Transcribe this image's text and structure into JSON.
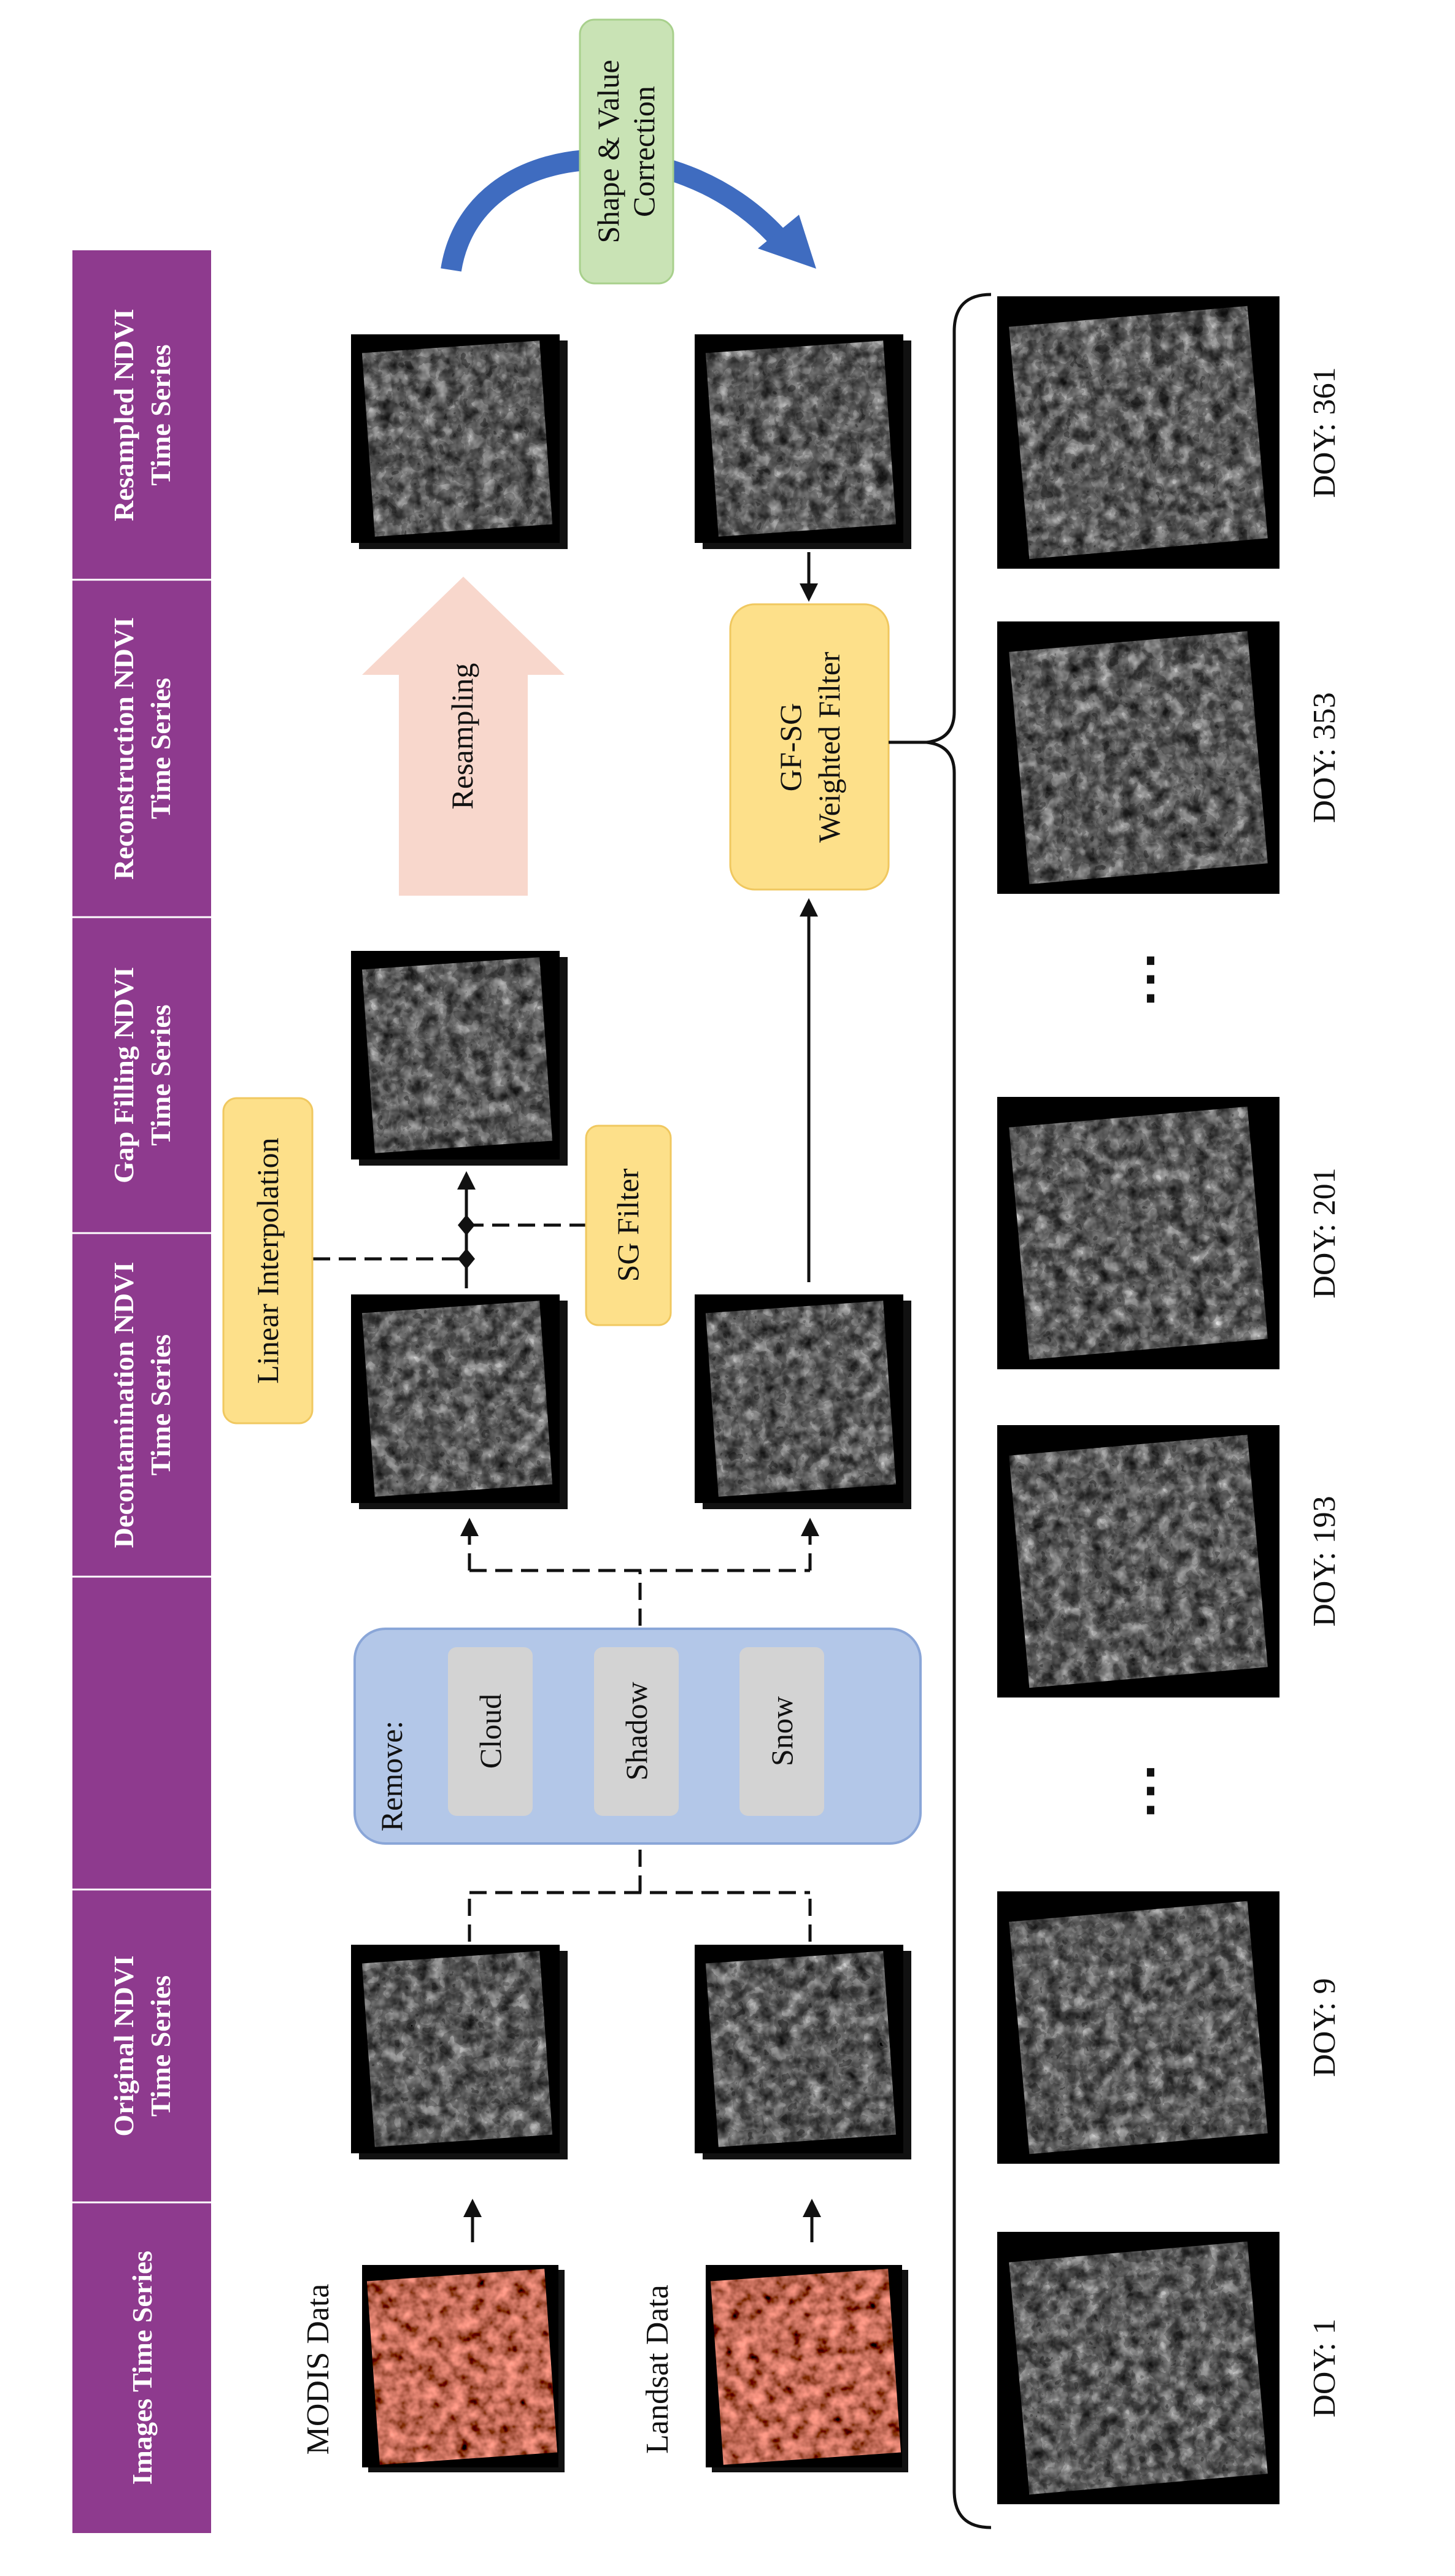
{
  "colors": {
    "band_purple": "#8e3a8e",
    "band_divider": "#ffffff",
    "yellow_box": "#fde08a",
    "blue_panel": "#b3c7e8",
    "gray_chip": "#d3d3d3",
    "green_box": "#c9e3b5",
    "pink_arrow": "#f8d7cc",
    "blue_arrow": "#3f6cc0",
    "modis_tint": "#6b2418",
    "ndvi_gray": "#9a9a9a"
  },
  "bands": [
    {
      "lines": [
        "Images Time Series"
      ]
    },
    {
      "lines": [
        "Original NDVI",
        "Time Series"
      ]
    },
    {
      "lines": []
    },
    {
      "lines": [
        "Decontamination NDVI",
        "Time Series"
      ]
    },
    {
      "lines": [
        "Gap Filling NDVI",
        "Time Series"
      ]
    },
    {
      "lines": [
        "Reconstruction NDVI",
        "Time Series"
      ]
    },
    {
      "lines": [
        "Resampled NDVI",
        "Time Series"
      ]
    }
  ],
  "sources": {
    "modis_label": "MODIS Data",
    "landsat_label": "Landsat Data"
  },
  "remove_panel": {
    "title": "Remove:",
    "items": [
      "Cloud",
      "Shadow",
      "Snow"
    ]
  },
  "steps": {
    "linear_interpolation": "Linear Interpolation",
    "sg_filter": "SG Filter",
    "resampling": "Resampling",
    "gfsg_filter": [
      "GF-SG",
      "Weighted Filter"
    ],
    "shape_value_correction": [
      "Shape & Value",
      "Correction"
    ]
  },
  "doy_labels": [
    "DOY: 1",
    "DOY: 9",
    "DOY: 193",
    "DOY: 201",
    "DOY: 353",
    "DOY: 361"
  ],
  "ellipsis": [
    "⋮",
    "⋮"
  ]
}
